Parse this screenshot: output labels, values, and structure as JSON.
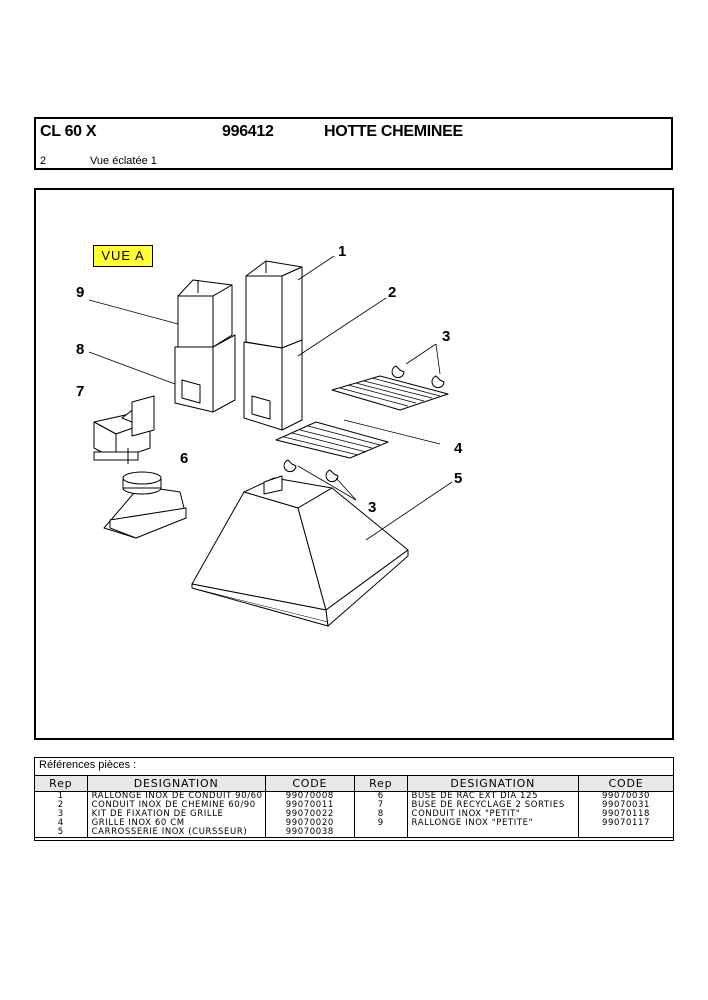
{
  "header": {
    "model": "CL 60 X",
    "code": "996412",
    "title": "HOTTE CHEMINEE",
    "page_number": "2",
    "page_name": "Vue éclatée 1"
  },
  "diagram": {
    "view_label": "VUE A",
    "callouts": [
      "1",
      "2",
      "3",
      "3",
      "4",
      "5",
      "6",
      "7",
      "8",
      "9"
    ]
  },
  "references": {
    "title": "Références pièces  :",
    "columns": [
      "Rep",
      "DESIGNATION",
      "CODE",
      "Rep",
      "DESIGNATION",
      "CODE"
    ],
    "rows": [
      [
        "1",
        "RALLONGE INOX DE CONDUIT 90/60",
        "99070008",
        "6",
        "BUSE DE RAC EXT DIA 125",
        "99070030"
      ],
      [
        "2",
        "CONDUIT INOX DE CHEMINE 60/90",
        "99070011",
        "7",
        "BUSE DE RECYCLAGE 2 SORTIES",
        "99070031"
      ],
      [
        "3",
        "KIT DE FIXATION DE GRILLE",
        "99070022",
        "8",
        "CONDUIT INOX \"PETIT\"",
        "99070118"
      ],
      [
        "4",
        "GRILLE INOX 60 CM",
        "99070020",
        "9",
        "RALLONGE INOX \"PETITE\"",
        "99070117"
      ],
      [
        "5",
        "CARROSSERIE INOX (CURSSEUR)",
        "99070038",
        "",
        "",
        ""
      ]
    ]
  }
}
